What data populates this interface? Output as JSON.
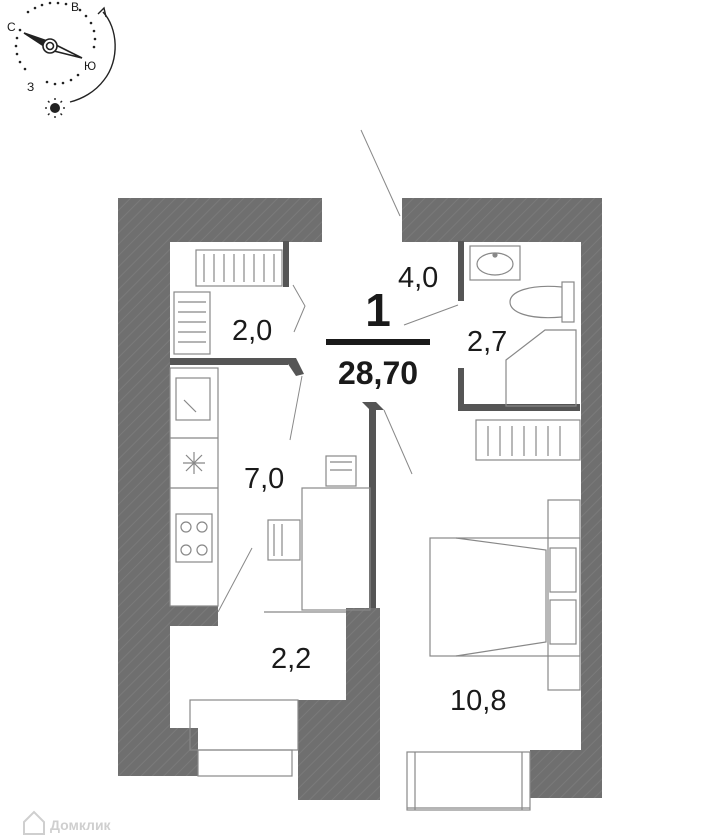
{
  "compass": {
    "north": "С",
    "east": "В",
    "south": "Ю",
    "west": "З",
    "sun_icon": "sun-icon"
  },
  "apartment": {
    "rooms_count": "1",
    "total_area": "28,70"
  },
  "rooms": {
    "storage": "2,0",
    "hall": "4,0",
    "bathroom": "2,7",
    "kitchen": "7,0",
    "corridor": "2,2",
    "bedroom": "10,8"
  },
  "watermark": "Домклик",
  "colors": {
    "wall": "#6f6f6f",
    "background": "#ffffff",
    "text": "#1a1a1a"
  }
}
